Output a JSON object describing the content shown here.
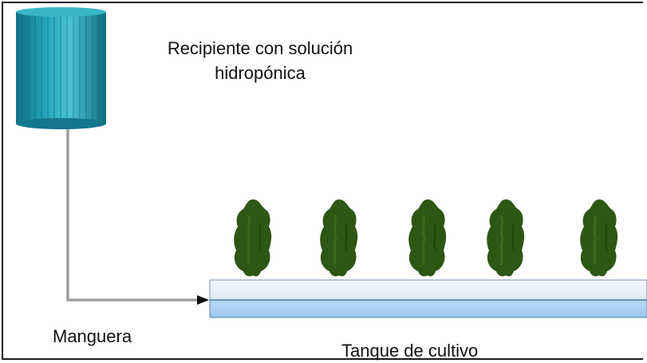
{
  "labels": {
    "container_line1": "Recipiente con solución",
    "container_line2": "hidropónica",
    "hose": "Manguera",
    "tank": "Tanque de cultivo"
  },
  "colors": {
    "container": "#1e9fb3",
    "hose": "#9a9a9a",
    "tank_top": "#e6f2fb",
    "tank_bottom": "#a6cdf1",
    "tank_border": "#5d82aa",
    "plant": "#2e5614",
    "frame": "#1a1a1a"
  },
  "plants_count": 5
}
